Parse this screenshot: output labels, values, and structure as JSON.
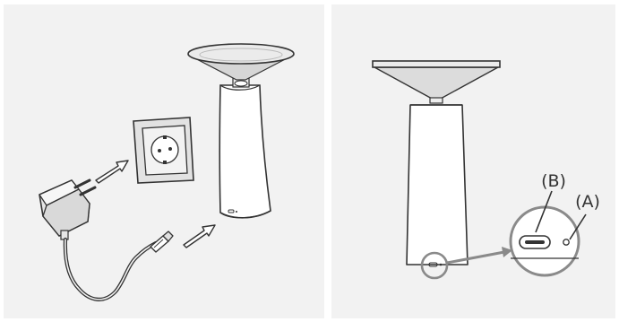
{
  "figure": {
    "left_panel": {
      "description_icons": [
        "charger-adapter",
        "wall-socket",
        "usb-cable",
        "lamp"
      ]
    },
    "right_panel": {
      "callout_b": "(B)",
      "callout_a": "(A)",
      "callout_b_target": "usb-c-port",
      "callout_a_target": "indicator-light"
    }
  },
  "colors": {
    "panel_bg": "#f2f2f2",
    "line": "#333333",
    "shade": "#dedede",
    "callout_gray": "#8a8a8a"
  }
}
